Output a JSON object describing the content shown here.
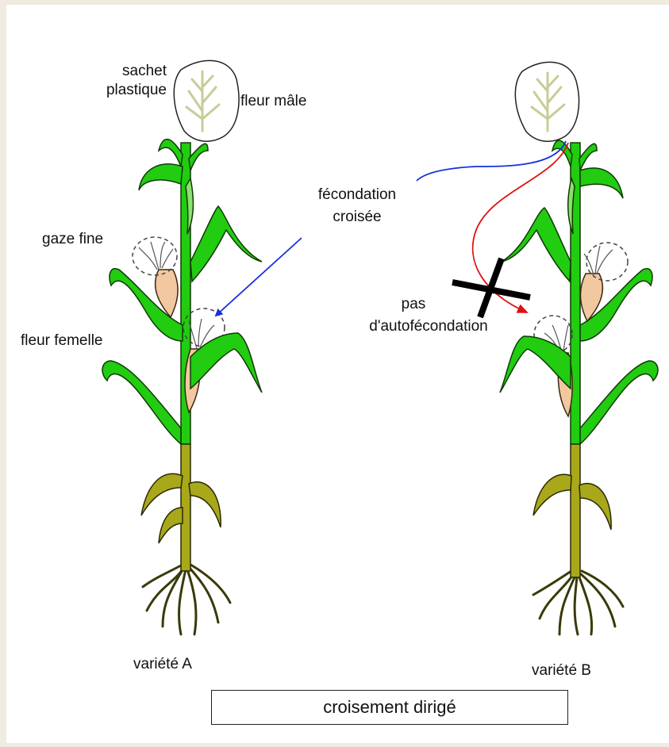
{
  "labels": {
    "sachet_plastique_line1": "sachet",
    "sachet_plastique_line2": "plastique",
    "fleur_male": "fleur mâle",
    "fecondation_croisee_line1": "fécondation",
    "fecondation_croisee_line2": "croisée",
    "gaze_fine": "gaze fine",
    "fleur_femelle": "fleur femelle",
    "pas_line1": "pas",
    "pas_line2": "d'autofécondation",
    "variete_a": "variété  A",
    "variete_b": "variété  B"
  },
  "caption": "croisement dirigé",
  "colors": {
    "background": "#efebe0",
    "leaf": "#22cc10",
    "leaf_outline": "#0e3a06",
    "stem_lower": "#a8a81a",
    "ear_husk": "#f2c8a0",
    "tassel": "#c8cc98",
    "cross_arrow": "#1530e0",
    "self_arrow": "#e01010",
    "cross_mark": "#000000"
  }
}
